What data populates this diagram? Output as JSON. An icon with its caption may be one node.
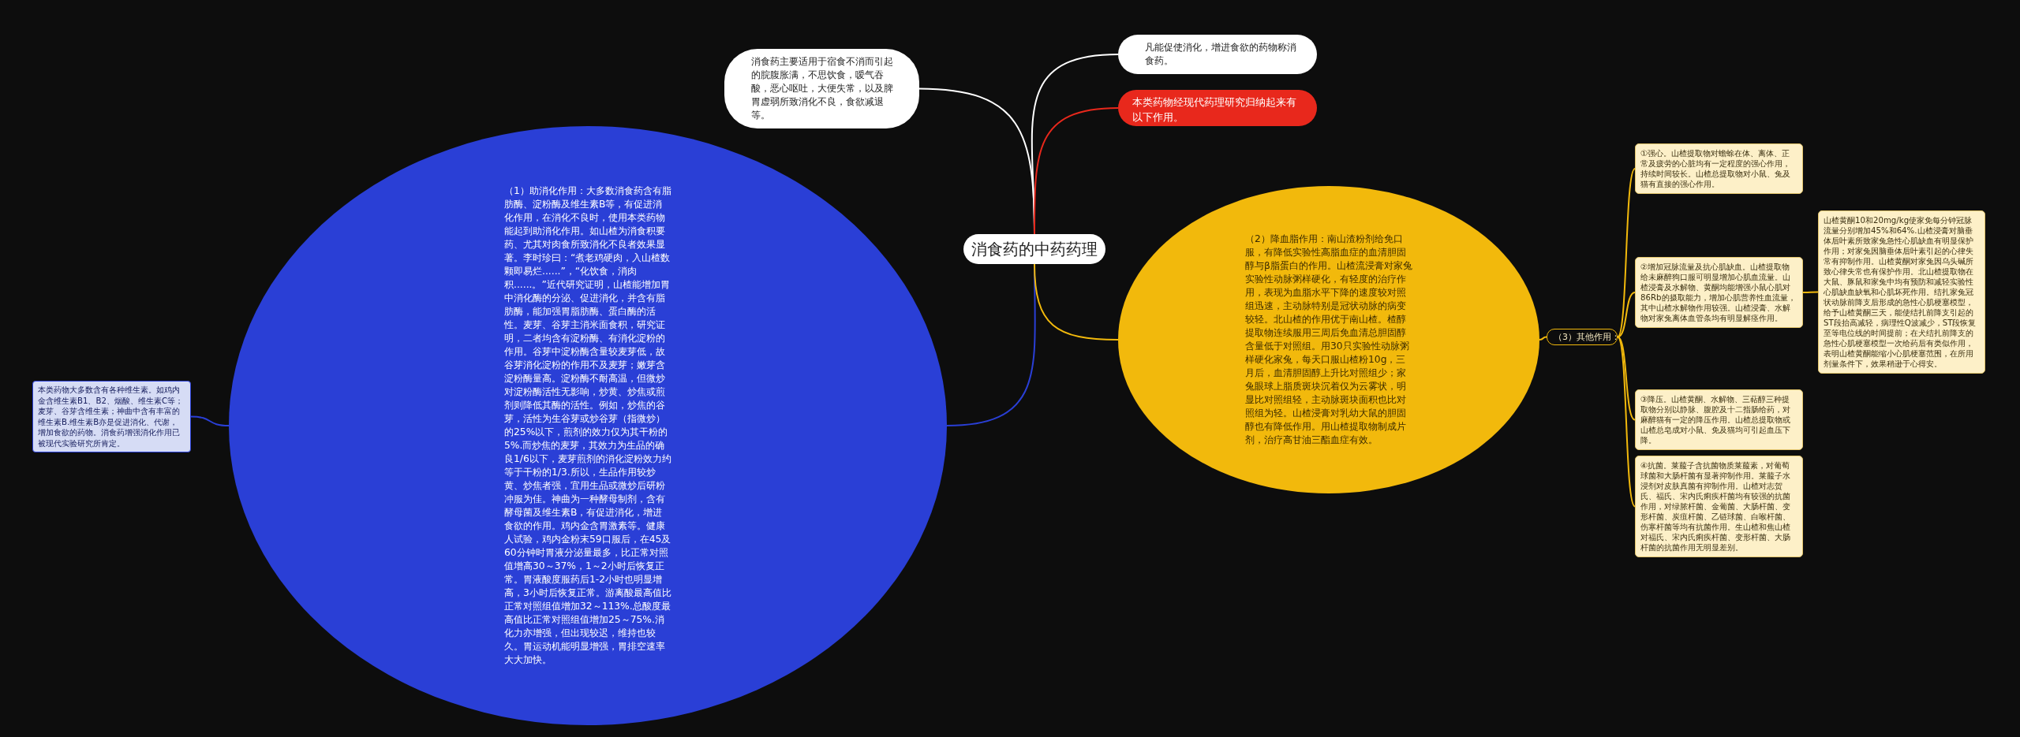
{
  "diagram": {
    "nodes": [
      {
        "text": [
          "消食药的中药药理"
        ]
      },
      {
        "text": [
          "消食药主要适用于宿食不消而引起的脘腹胀满，不思饮食，嗳气吞酸，恶心呕吐，大便失常，以及脾胃虚弱所致消化不良，食欲减退等。"
        ]
      },
      {
        "text": [
          "凡能促使消化，增进食欲的药物称消食药。"
        ]
      },
      {
        "text": [
          "本类药物经现代药理研究归纳起来有以下作用。"
        ]
      },
      {
        "text": [
          "（1）助消化作用：大多数消食药含有脂肪酶、淀粉酶及维生素B等，有促进消化作用，在消化不良时，使用本类药物能起到助消化作用。如山楂为消食积要药、尤其对肉食所致消化不良者效果显著。李时珍曰：“煮老鸡硬肉，入山楂数颗即易烂......”，“化饮食，消肉积......。”近代研究证明，山楂能增加胃中消化酶的分泌、促进消化，并含有脂肪酶，能加强胃脂肪酶、蛋白酶的活性。麦芽、谷芽主消米面食积，研究证明，二者均含有淀粉酶、有消化淀粉的作用。谷芽中淀粉酶含量较麦芽低，故谷芽消化淀粉的作用不及麦芽；嫩芽含淀粉酶量高。淀粉酶不耐高温，但微炒对淀粉酶活性无影响，炒黄、炒焦或煎剂则降低其酶的活性。例如，炒焦的谷芽，活性为生谷芽或炒谷芽（指微炒）的25%以下，煎剂的效力仅为其干粉的5%.而炒焦的麦芽，其效力为生品的确良1/6以下，麦芽煎剂的消化淀粉效力约等于干粉的1/3.所以，生品作用较炒黄、炒焦者强，宜用生品或微炒后研粉冲服为佳。神曲为一种酵母制剂，含有酵母菌及维生素B，有促进消化，增进食欲的作用。鸡内金含胃激素等。健康人试验，鸡内金粉末59口服后，在45及60分钟时胃液分泌量最多，比正常对照值增高30～37%，1～2小时后恢复正常。胃液酸度服药后1-2小时也明显增高，3小时后恢复正常。游离酸最高值比正常对照组值增加32～113%.总酸度最高值比正常对照组值增加25～75%.消化力亦增强，但出现较迟，维持也较久。胃运动机能明显增强，胃排空速率大大加快。"
        ]
      },
      {
        "text": [
          "本类药物大多数含有各种维生素。如鸡内金含维生素B1、B2、烟酸、维生素C等；麦芽、谷芽含维生素；神曲中含有丰富的维生素B.维生素B亦是促进消化、代谢，增加食欲的药物。消食药增强消化作用已被现代实验研究所肯定。"
        ]
      },
      {
        "text": [
          "（2）降血脂作用：南山渣粉剂给免口服，有降低实验性高脂血症的血清胆固醇与β脂蛋白的作用。山楂流浸膏对家兔实验性动脉粥样硬化，有轻度的治疗作用，表现为血脂水平下降的速度较对照组迅速，主动脉特别是冠状动脉的病变较轻。北山楂的作用优于南山楂。楂醇提取物连续服用三周后免血清总胆固醇含量低于对照组。用30只实验性动脉粥样硬化家兔，每天口服山楂粉10g，三月后，血清胆固醇上升比对照组少；家兔眼球上脂质斑块沉着仅为云雾状，明显比对照组轻，主动脉斑块面积也比对照组为轻。山楂浸膏对乳幼大鼠的胆固醇也有降低作用。用山楂提取物制成片剂，治疗高甘油三酯血症有效。"
        ]
      },
      {
        "text": [
          "（3）其他作用："
        ]
      },
      {
        "text": [
          "①强心。山楂提取物对蟾蜍在体、离体、正常及疲劳的心脏均有一定程度的强心作用，持续时间较长。山楂总提取物对小鼠、兔及猫有直接的强心作用。"
        ]
      },
      {
        "text": [
          "②增加冠脉流量及抗心肌缺血。山楂提取物给未麻醉狗口服可明显增加心肌血流量。山楂浸膏及水解物、黄酮均能增强小鼠心肌对86Rb的摄取能力，增加心肌营养性血流量，其中山楂水解物作用较强。山楂浸膏、水解物对家兔离体血管条均有明显解痉作用。"
        ]
      },
      {
        "text": [
          "山楂黄酮10和20mg/kg使家免每分钟冠脉流量分别增加45%和64%.山楂浸膏对脑垂体后叶素所致家兔急性心肌缺血有明显保护作用；对家兔因脑垂体后叶素引起的心律失常有抑制作用。山楂黄酮对家兔因乌头碱所致心律失常也有保护作用。北山楂提取物在大鼠、豚鼠和家兔中均有预防和减轻实验性心肌缺血缺氧和心肌坏死作用。结扎家兔冠状动脉前降支后形成的急性心肌梗塞模型，给予山楂黄酮三天，能使结扎前降支引起的ST段抬高减轻，病理性Q波减少，ST段恢复至等电位线的时间提前；在犬结扎前降支的急性心肌梗塞模型一次给药后有类似作用，表明山楂黄酮能缩小心肌梗塞范围，在所用剂量条件下，效果稍逊于心得安。"
        ]
      },
      {
        "text": [
          "③降压。山楂黄酮、水解物、三萜醇三种提取物分别以静脉、腹腔及十二指肠给药，对麻醉猫有一定的降压作用。山楂总提取物或山楂总皂成对小鼠、免及猫均可引起血压下降。"
        ]
      },
      {
        "text": [
          "④抗菌。莱菔子含抗菌物质莱菔素，对葡萄球菌和大肠杆菌有显著抑制作用。莱菔子水浸剂对皮肤真菌有抑制作用。山楂对志贺氏、福氏、宋内氏痢疾杆菌均有较强的抗菌作用，对绿脓杆菌、金葡菌、大肠杆菌、变形杆菌、炭疽杆菌、乙链球菌、白喉杆菌、伤寒杆菌等均有抗菌作用。生山楂和焦山楂对福氏、宋内氏痢疾杆菌、变形杆菌、大肠杆菌的抗菌作用无明显差别。"
        ]
      }
    ],
    "edges": [
      {
        "from": 0,
        "to": 1,
        "arrow": "none",
        "color": "#ffffff"
      },
      {
        "from": 0,
        "to": 2,
        "arrow": "none",
        "color": "#ffffff"
      },
      {
        "from": 0,
        "to": 3,
        "arrow": "none",
        "color": "#e8281c"
      },
      {
        "from": 0,
        "to": 4,
        "arrow": "none",
        "color": "#2a3fd6"
      },
      {
        "from": 4,
        "to": 5,
        "arrow": "none",
        "color": "#2a3fd6"
      },
      {
        "from": 0,
        "to": 6,
        "arrow": "none"
      },
      {
        "from": 6,
        "to": 7,
        "arrow": "none"
      },
      {
        "from": 7,
        "to": 8,
        "arrow": "none"
      },
      {
        "from": 7,
        "to": 9,
        "arrow": "none"
      },
      {
        "from": 9,
        "to": 10,
        "arrow": "none"
      },
      {
        "from": 7,
        "to": 11,
        "arrow": "none"
      },
      {
        "from": 7,
        "to": 12,
        "arrow": "none"
      }
    ]
  }
}
